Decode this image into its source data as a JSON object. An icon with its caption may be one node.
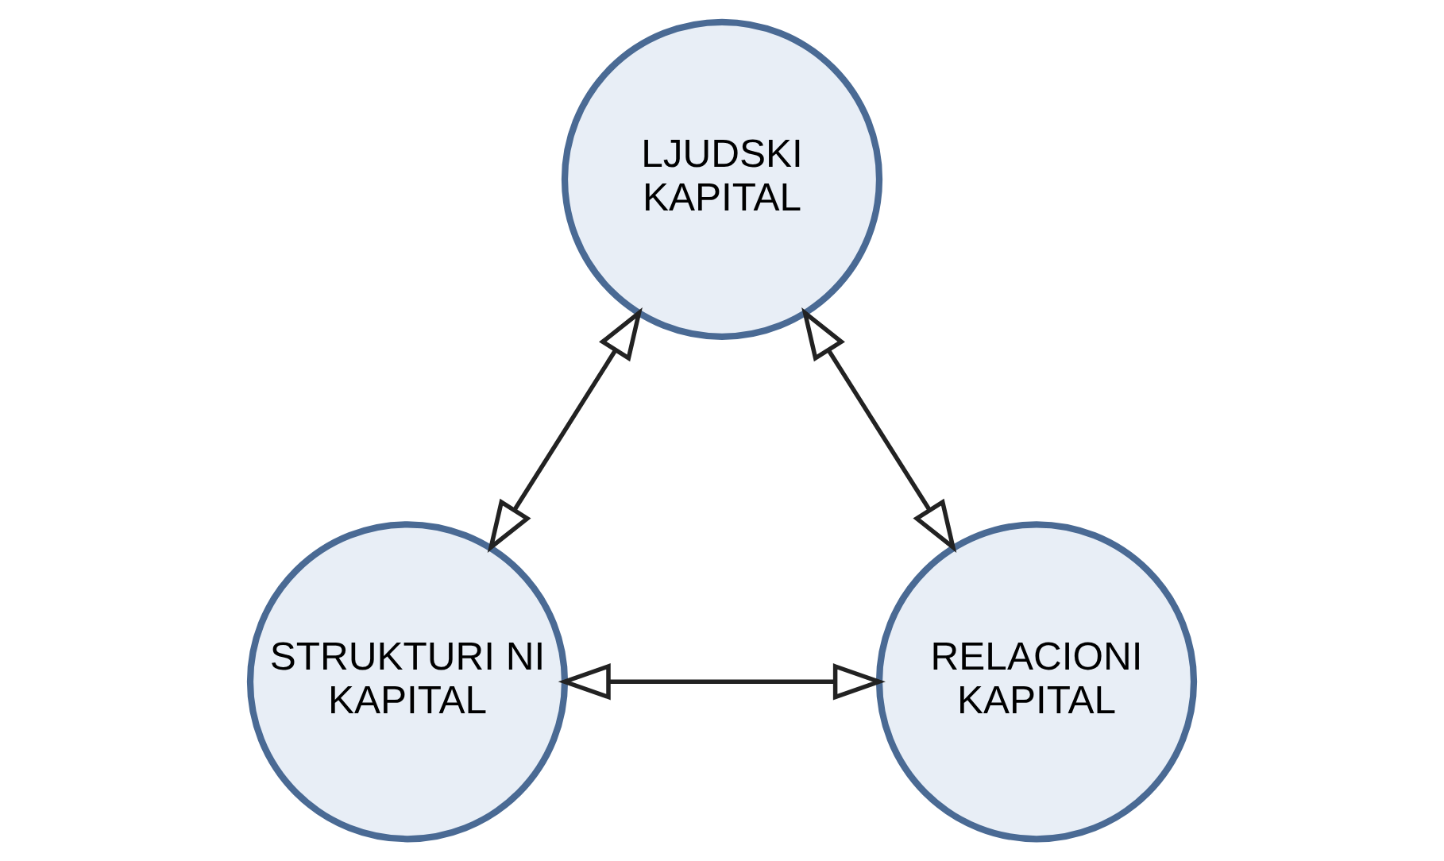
{
  "diagram": {
    "nodes": [
      {
        "text": [
          "LJUDSKI KAPITAL"
        ]
      },
      {
        "text": [
          "RELACIONI KAPITAL"
        ]
      },
      {
        "text": [
          "STRUKTURI NI KAPITAL"
        ]
      }
    ],
    "edges": [
      {
        "from": 1,
        "to": 0,
        "arrow": "both"
      },
      {
        "from": 0,
        "to": 2,
        "arrow": "both"
      },
      {
        "from": 1,
        "to": 2,
        "arrow": "both"
      }
    ]
  }
}
